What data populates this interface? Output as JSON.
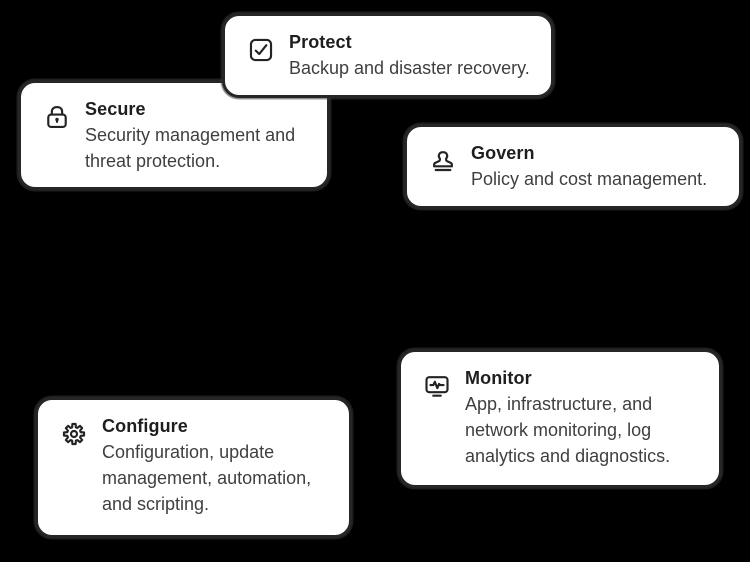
{
  "palette": {
    "background": "#000000",
    "card_background": "#ffffff",
    "card_border": "#262626",
    "title_color": "#1e1e1e",
    "description_color": "#3f3f3f",
    "icon_stroke": "#242424"
  },
  "cards": [
    {
      "id": "protect",
      "icon": "checkbox-check-icon",
      "title": "Protect",
      "description_lines": [
        "Backup and disaster recovery."
      ]
    },
    {
      "id": "secure",
      "icon": "lock-icon",
      "title": "Secure",
      "description_lines": [
        "Security management and",
        "threat protection."
      ]
    },
    {
      "id": "govern",
      "icon": "stamp-icon",
      "title": "Govern",
      "description_lines": [
        "Policy and cost management."
      ]
    },
    {
      "id": "monitor",
      "icon": "monitor-pulse-icon",
      "title": "Monitor",
      "description_lines": [
        "App, infrastructure, and",
        "network monitoring, log",
        "analytics and diagnostics."
      ]
    },
    {
      "id": "configure",
      "icon": "gear-icon",
      "title": "Configure",
      "description_lines": [
        "Configuration, update",
        "management, automation,",
        "and scripting."
      ]
    }
  ]
}
